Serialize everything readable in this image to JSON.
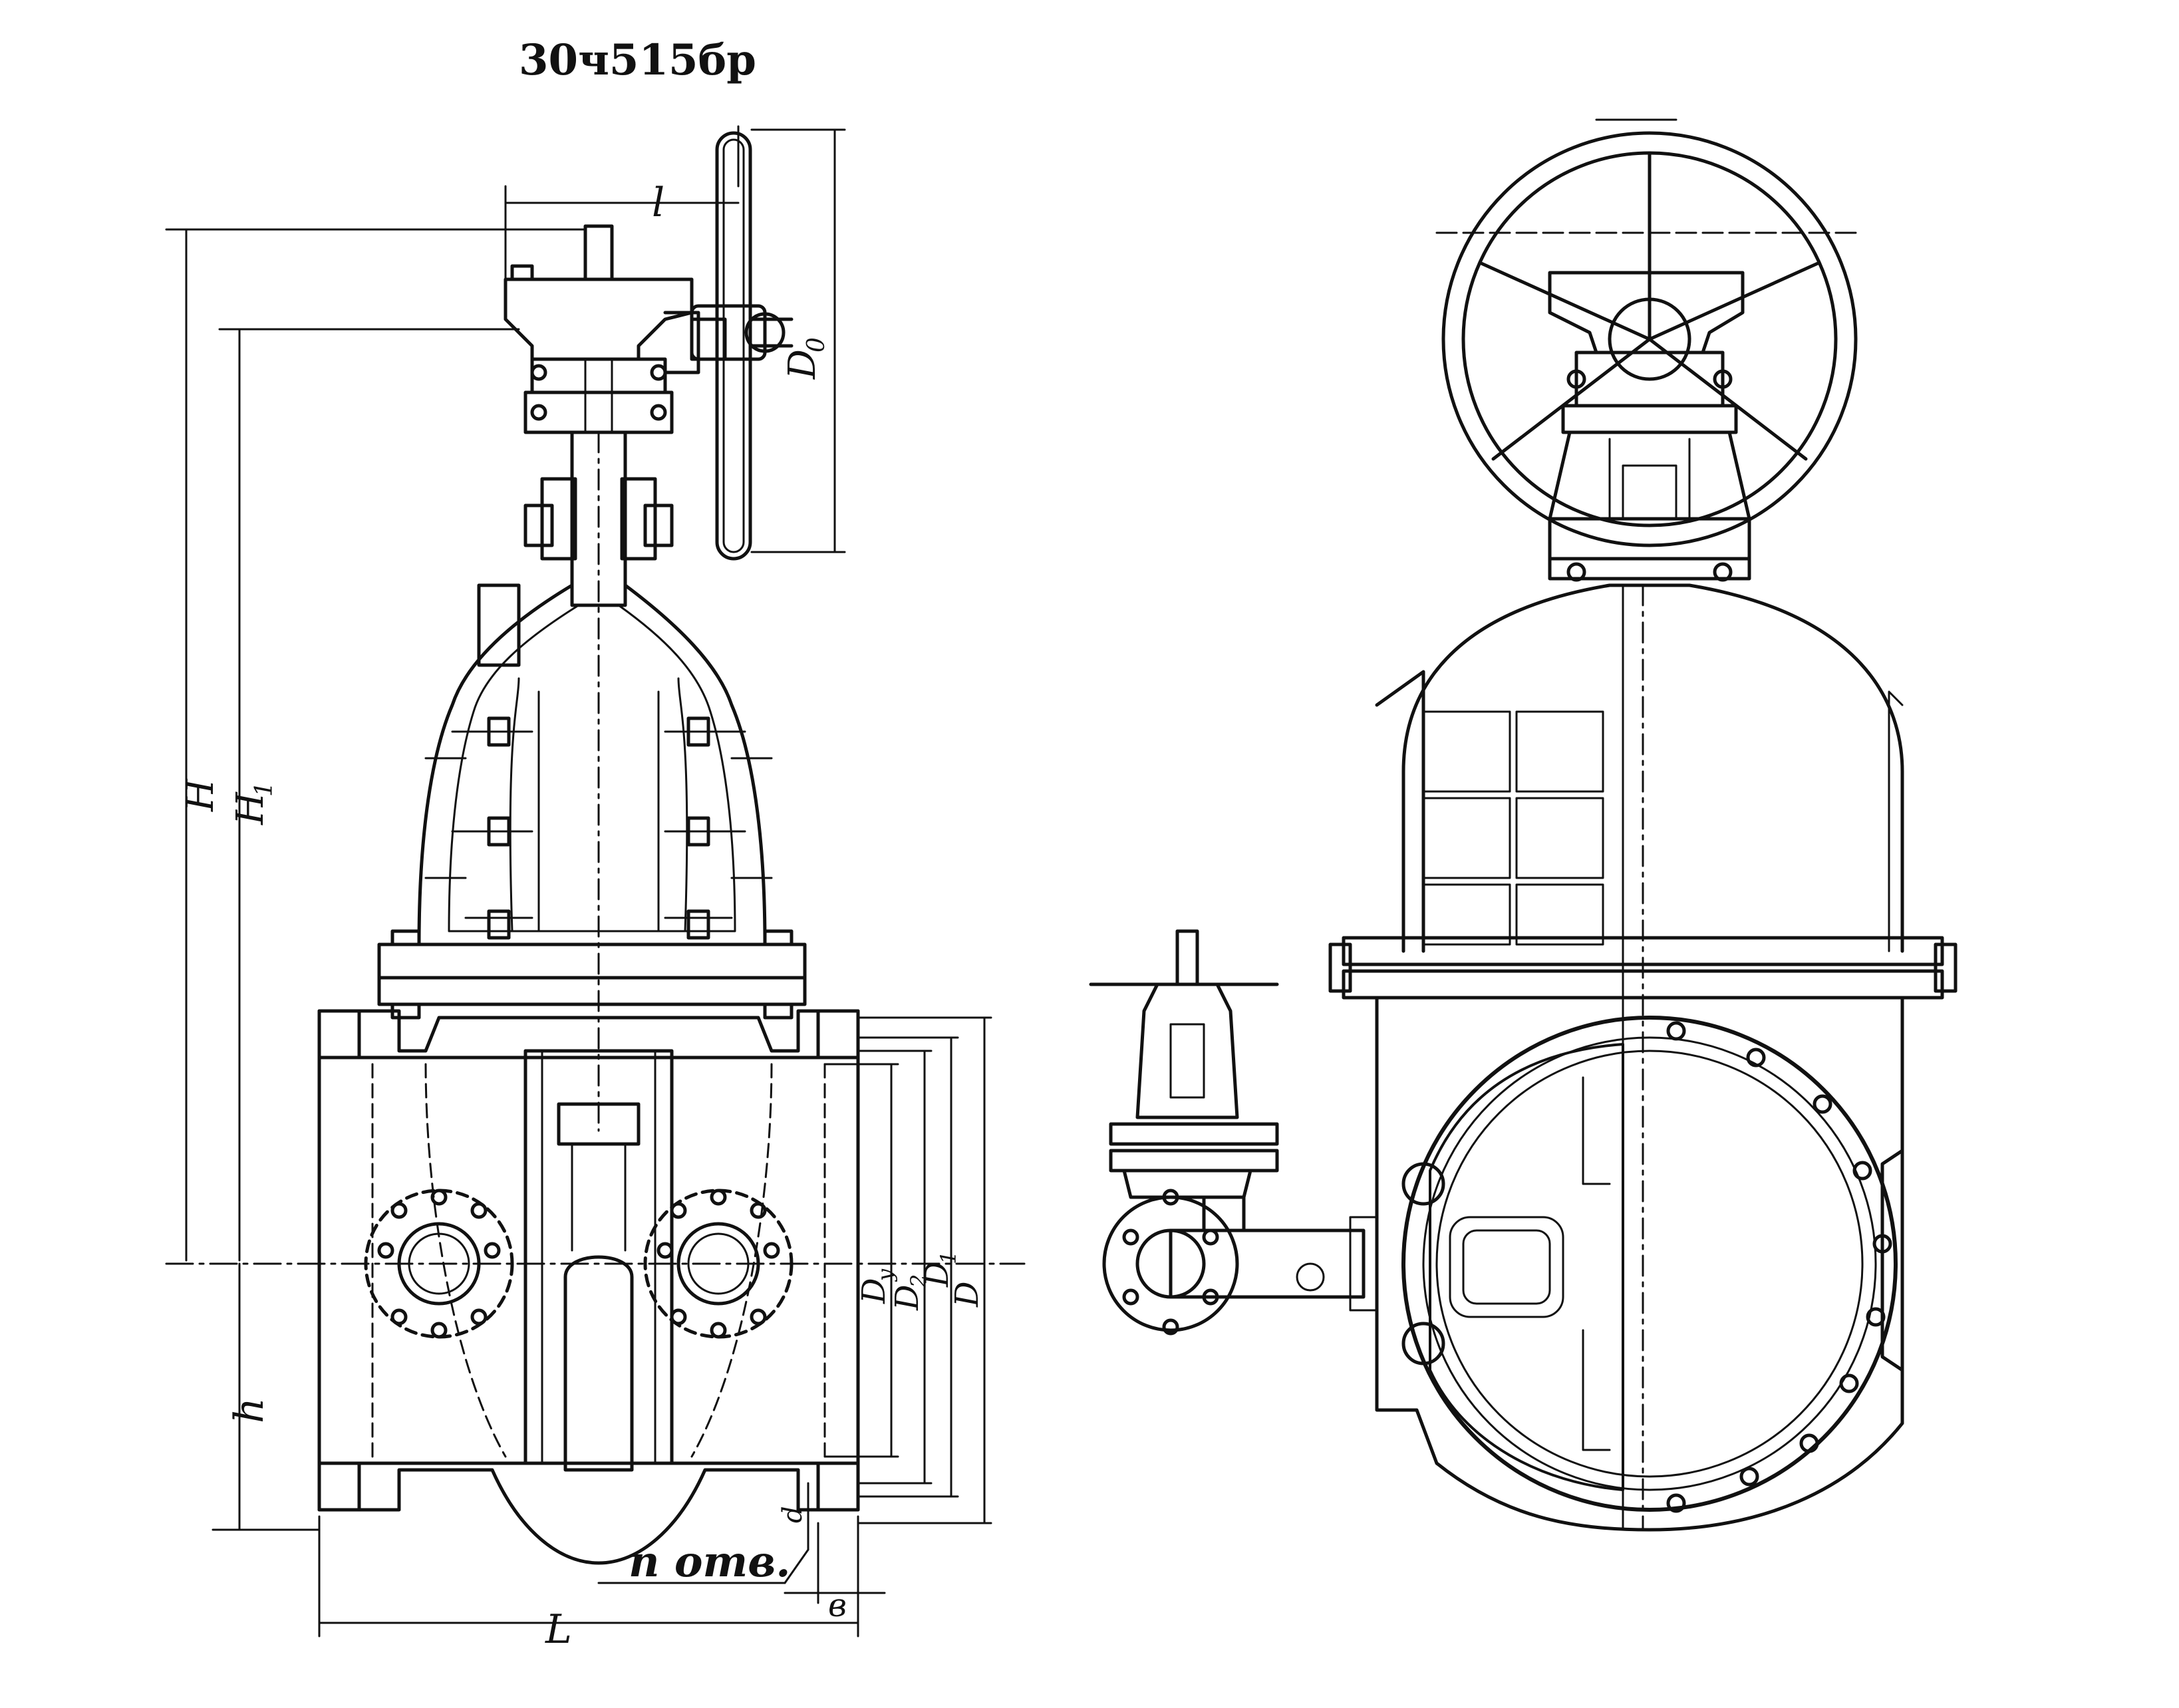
{
  "title": "30ч515бр",
  "dimensions": {
    "l": "l",
    "D0": "D",
    "D0_sub": "0",
    "H": "H",
    "H1": "H",
    "H1_sub": "1",
    "h": "h",
    "L": "L",
    "Dy": "D",
    "Dy_sub": "y",
    "D2": "D",
    "D2_sub": "2",
    "D1": "D",
    "D1_sub": "1",
    "D": "D",
    "d": "d",
    "b": "в"
  },
  "holes_label": "n отв.",
  "colors": {
    "line": "#111111",
    "paper": "#ffffff"
  }
}
